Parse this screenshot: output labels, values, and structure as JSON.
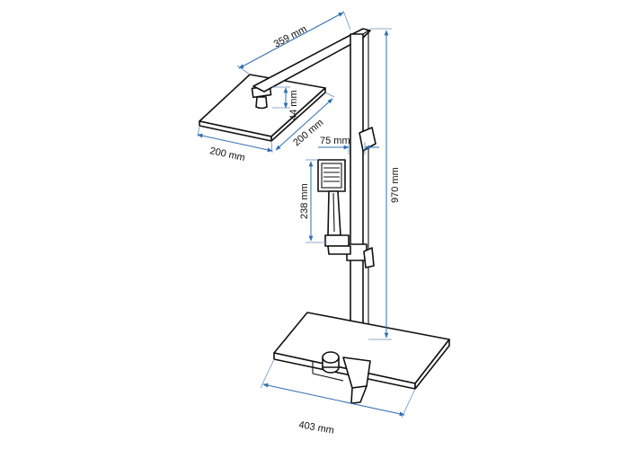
{
  "dimensions": {
    "arm_length": "359 mm",
    "head_width": "200 mm",
    "head_depth": "200 mm",
    "head_height": "44 mm",
    "holder_width": "75 mm",
    "hand_shower_length": "238 mm",
    "column_height": "970 mm",
    "shelf_width": "403 mm"
  },
  "colors": {
    "dimension_line": "#2f6fb3",
    "drawing_line": "#111111"
  }
}
